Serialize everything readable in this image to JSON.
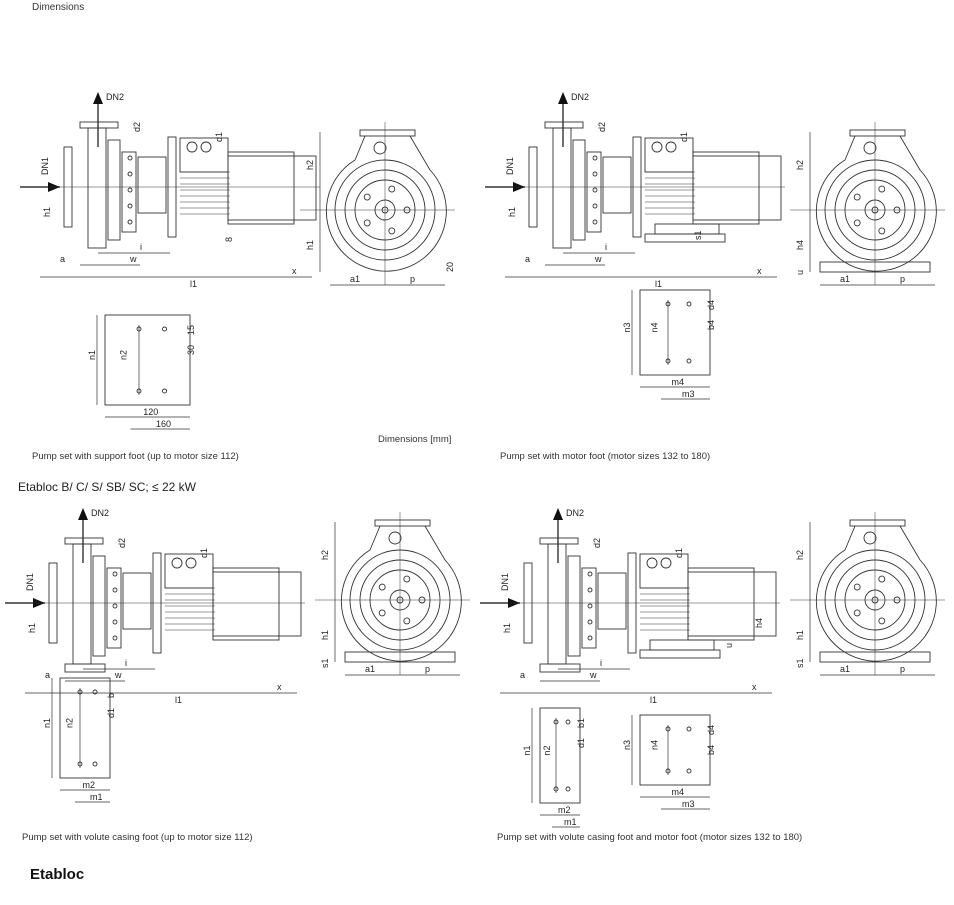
{
  "header": {
    "title": "Dimensions"
  },
  "units_note": "Dimensions [mm]",
  "section_heading": "Etabloc B/ C/ S/ SB/ SC; ≤ 22 kW",
  "footer_heading": "Etabloc",
  "panels": [
    {
      "caption": "Pump set with support foot (up to motor size 112)",
      "side_labels": [
        "DN2",
        "DN1",
        "d2",
        "d1",
        "h1",
        "a",
        "w",
        "i",
        "l1",
        "x",
        "8"
      ],
      "front_labels": [
        "h2",
        "h1",
        "a1",
        "p",
        "20"
      ],
      "foot_labels": [
        "n1",
        "n2",
        "15",
        "30",
        "120",
        "160"
      ]
    },
    {
      "caption": "Pump set with motor foot (motor sizes 132 to 180)",
      "side_labels": [
        "DN2",
        "DN1",
        "d2",
        "d1",
        "h1",
        "a",
        "w",
        "i",
        "l1",
        "x",
        "s1"
      ],
      "front_labels": [
        "h2",
        "h4",
        "u",
        "a1",
        "p"
      ],
      "foot_labels": [
        "n3",
        "n4",
        "d4",
        "b4",
        "m4",
        "m3"
      ]
    },
    {
      "caption": "Pump set with volute casing foot (up to motor size 112)",
      "side_labels": [
        "DN2",
        "DN1",
        "d2",
        "d1",
        "h1",
        "a",
        "w",
        "i",
        "l1",
        "x"
      ],
      "front_labels": [
        "h2",
        "h1",
        "s1",
        "a1",
        "p"
      ],
      "foot_labels": [
        "n1",
        "n2",
        "b",
        "d1",
        "m2",
        "m1"
      ]
    },
    {
      "caption": "Pump set with volute casing foot and motor foot (motor sizes 132 to 180)",
      "side_labels": [
        "DN2",
        "DN1",
        "d2",
        "d1",
        "h1",
        "h4",
        "u",
        "a",
        "w",
        "i",
        "l1",
        "x"
      ],
      "front_labels": [
        "h2",
        "h1",
        "s1",
        "a1",
        "p"
      ],
      "foot_labels": [
        "n1",
        "n2",
        "b1",
        "d1",
        "m2",
        "m1"
      ],
      "foot2_labels": [
        "n3",
        "n4",
        "d4",
        "b4",
        "m4",
        "m3"
      ]
    }
  ]
}
